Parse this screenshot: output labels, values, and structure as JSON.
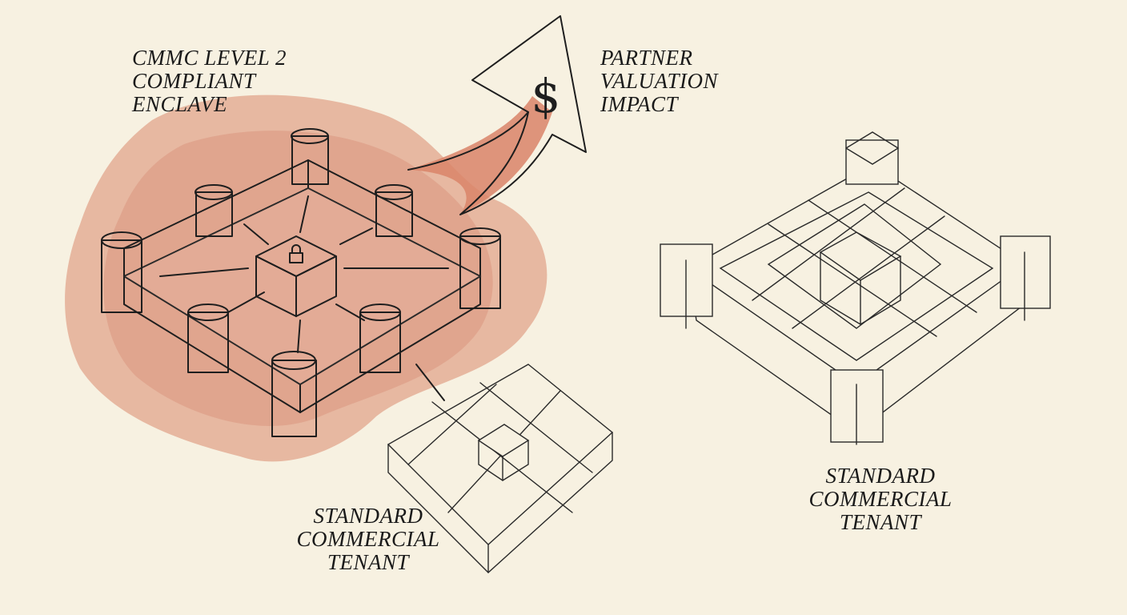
{
  "labels": {
    "enclave": [
      "CMMC LEVEL 2",
      "COMPLIANT",
      "ENCLAVE"
    ],
    "valuation": [
      "PARTNER",
      "VALUATION",
      "IMPACT"
    ],
    "tenant_small": [
      "STANDARD",
      "COMMERCIAL",
      "TENANT"
    ],
    "tenant_large": [
      "STANDARD",
      "COMMERCIAL",
      "TENANT"
    ]
  },
  "valuation_arrow_symbol": "$",
  "colors": {
    "background": "#f7f1e1",
    "wash": "#d98468",
    "stone": "#8f8780",
    "ink": "#1e1e1e"
  },
  "icons": [
    "lock-icon",
    "dollar-icon",
    "shield-icon"
  ]
}
